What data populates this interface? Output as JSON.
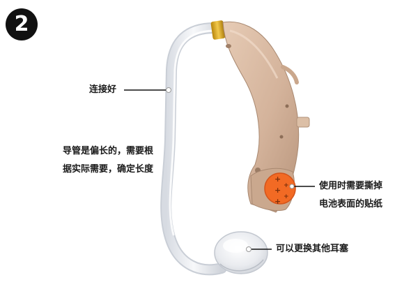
{
  "step": {
    "number": "2"
  },
  "callouts": {
    "connect": {
      "text": "连接好"
    },
    "tube": {
      "lines": [
        "导管是偏长的，需要根",
        "据实际需要，确定长度"
      ]
    },
    "sticker": {
      "lines": [
        "使用时需要撕掉",
        "电池表面的贴纸"
      ]
    },
    "earplug": {
      "text": "可以更换其他耳塞"
    }
  },
  "colors": {
    "body": "#d8b8a0",
    "body_shadow": "#b8957c",
    "gold_ring": "#d9a823",
    "sticker": "#f26a24",
    "tube": "#e8eaee"
  }
}
